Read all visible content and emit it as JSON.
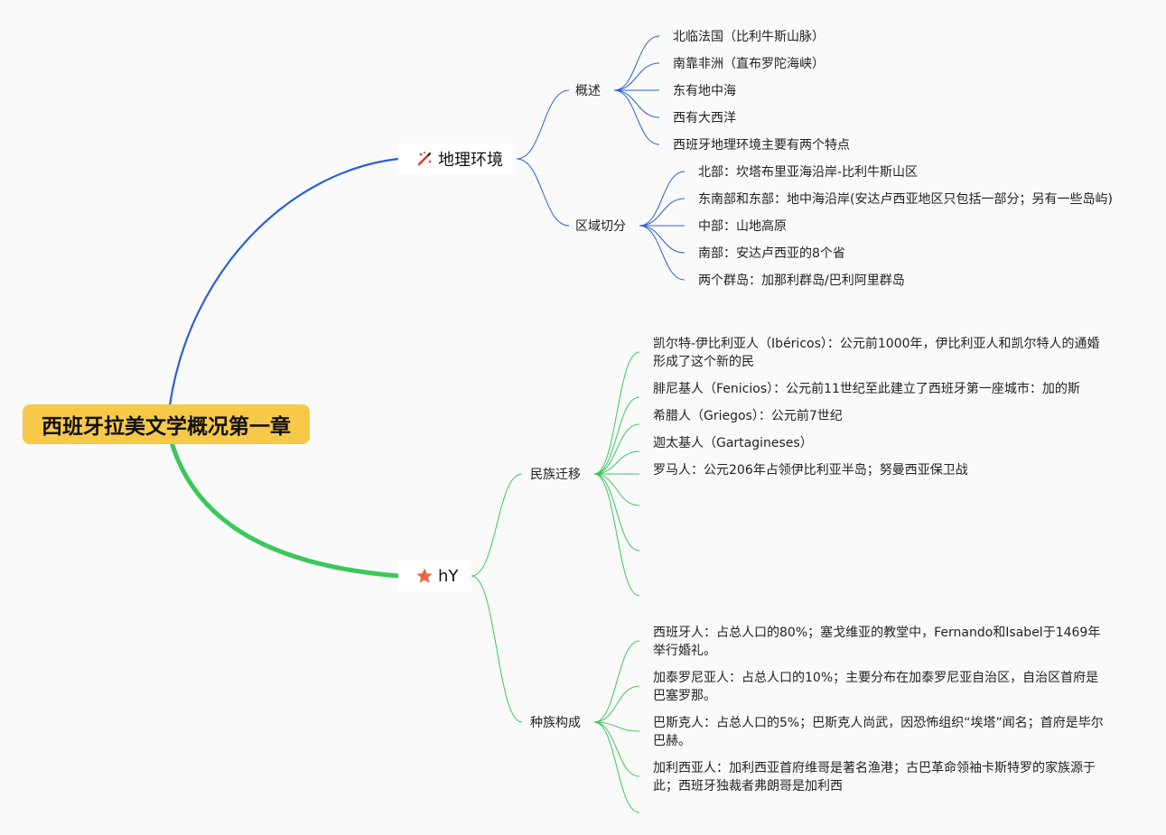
{
  "root": {
    "title": "西班牙拉美文学概况第一章"
  },
  "branches": [
    {
      "id": "geo",
      "title": "地理环境",
      "icon": "magic-wand-icon",
      "color": "#2c5fd6",
      "children": [
        {
          "title": "概述",
          "leaves": [
            "北临法国（比利牛斯山脉）",
            "南靠非洲（直布罗陀海峡）",
            "东有地中海",
            "西有大西洋",
            "西班牙地理环境主要有两个特点"
          ]
        },
        {
          "title": "区域切分",
          "leaves": [
            "北部：坎塔布里亚海沿岸-比利牛斯山区",
            "东南部和东部：地中海沿岸(安达卢西亚地区只包括一部分；另有一些岛屿)",
            "中部：山地高原",
            "南部：安达卢西亚的8个省",
            "两个群岛：加那利群岛/巴利阿里群岛"
          ]
        }
      ]
    },
    {
      "id": "hy",
      "title": "hY",
      "icon": "star-icon",
      "color": "#3cc75a",
      "children": [
        {
          "title": "民族迁移",
          "leaves": [
            "凯尔特-伊比利亚人（Ibéricos）：公元前1000年，伊比利亚人和凯尔特人的通婚形成了这个新的民",
            "腓尼基人（Fenicios）：公元前11世纪至此建立了西班牙第一座城市：加的斯",
            "希腊人（Griegos）：公元前7世纪",
            "迦太基人（Gartagineses）",
            "罗马人：公元206年占领伊比利亚半岛；努曼西亚保卫战",
            "",
            "",
            ""
          ]
        },
        {
          "title": "种族构成",
          "leaves": [
            "西班牙人：占总人口的80%；塞戈维亚的教堂中，Fernando和Isabel于1469年举行婚礼。",
            "加泰罗尼亚人：占总人口的10%；主要分布在加泰罗尼亚自治区，自治区首府是巴塞罗那。",
            "巴斯克人：占总人口的5%；巴斯克人尚武，因恐怖组织“埃塔”闻名；首府是毕尔巴赫。",
            "加利西亚人：加利西亚首府维哥是著名渔港；古巴革命领袖卡斯特罗的家族源于此；西班牙独裁者弗朗哥是加利西",
            ""
          ]
        }
      ]
    }
  ]
}
